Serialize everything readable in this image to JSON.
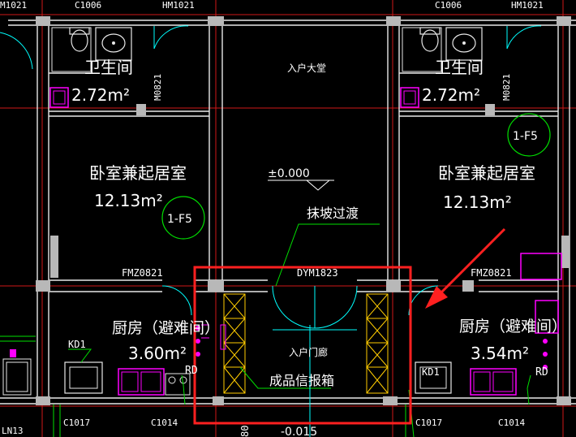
{
  "labels": {
    "top_c1006_left": "C1006",
    "top_hm1021_left": "HM1021",
    "top_m1021_edge": "M1021",
    "top_c1006_right": "C1006",
    "top_hm1021_right": "HM1021",
    "bath_left": "卫生间",
    "bath_left_area": "2.72m²",
    "m0821_left": "M0821",
    "bath_right": "卫生间",
    "bath_right_area": "2.72m²",
    "m0821_right": "M0821",
    "lobby": "入户大堂",
    "elevation_top": "±0.000",
    "bedroom_left": "卧室兼起居室",
    "bedroom_left_area": "12.13m²",
    "bedroom_right": "卧室兼起居室",
    "bedroom_right_area": "12.13m²",
    "tag_left": "1-F5",
    "tag_right": "1-F5",
    "ramp_note": "抹坡过渡",
    "fmz_left": "FMZ0821",
    "fmz_right": "FMZ0821",
    "dym": "DYM1823",
    "kitchen_left": "厨房（避难间）",
    "kitchen_left_area": "3.60m²",
    "kitchen_right": "厨房（避难间）",
    "kitchen_right_area": "3.54m²",
    "rd_left": "RD",
    "rd_right": "RD",
    "kd1_left": "KD1",
    "kd1_right": "KD1",
    "entrance_hall": "入户门廊",
    "mailbox": "成品信报箱",
    "c1017_left": "C1017",
    "c1014_left": "C1014",
    "c1017_right": "C1017",
    "c1014_right": "C1014",
    "ln13": "LN13",
    "elevation_bottom": "-0.015",
    "cut_80": "80"
  },
  "colors": {
    "background": "#000000",
    "wall": "#e8e8e8",
    "axis": "#d01818",
    "cyan": "#00ffff",
    "green": "#00e000",
    "magenta": "#ff00ff",
    "yellow": "#ffcc00",
    "highlight": "#ff2020"
  }
}
